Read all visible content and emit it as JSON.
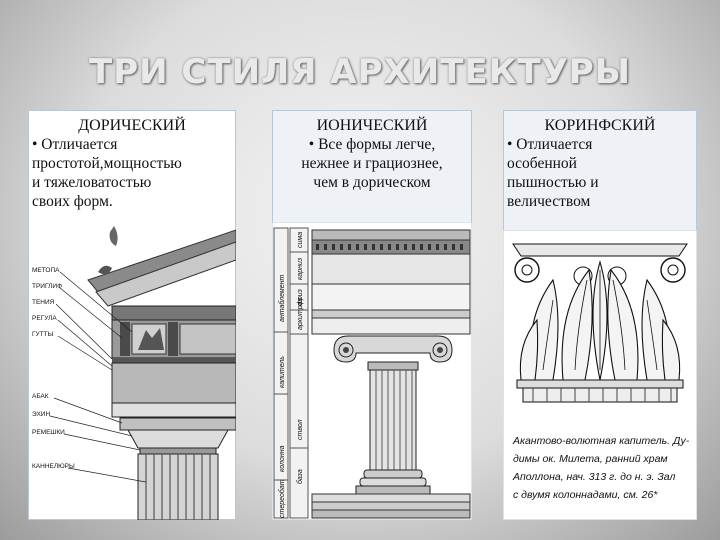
{
  "title": "ТРИ СТИЛЯ АРХИТЕКТУРЫ",
  "columns": [
    {
      "heading": "ДОРИЧЕСКИЙ",
      "lines": [
        "• Отличается",
        "простотой,мощностью",
        "и тяжеловатостью",
        "своих форм."
      ],
      "labels": [
        "МЕТОПА",
        "ТРИГЛИФ",
        "ТЕНИЯ",
        "РЕГУЛА",
        "ГУТТЫ",
        "АБАК",
        "ЭХИН",
        "РЕМЕШКИ",
        "КАННЕЛЮРЫ"
      ]
    },
    {
      "heading": "ИОНИЧЕСКИЙ",
      "lines": [
        "•  Все формы легче,",
        "нежнее и грациознее,",
        "чем в дорическом"
      ],
      "labels_left": [
        "антаблемент",
        "капитель",
        "колонна",
        "стереобат"
      ],
      "labels_right": [
        "сима",
        "карниз",
        "фриз",
        "архитрав",
        "ствол",
        "база"
      ]
    },
    {
      "heading": "КОРИНФСКИЙ",
      "lines": [
        "• Отличается",
        "особенной",
        "пышностью и",
        "величеством"
      ],
      "note_lines": [
        "Акантово-волютная капитель. Ду-",
        "димы ок. Милета, ранний храм",
        "Аполлона, нач. 313 г. до н. э. Зал",
        "с двумя колоннадами, см. 26*"
      ]
    }
  ]
}
